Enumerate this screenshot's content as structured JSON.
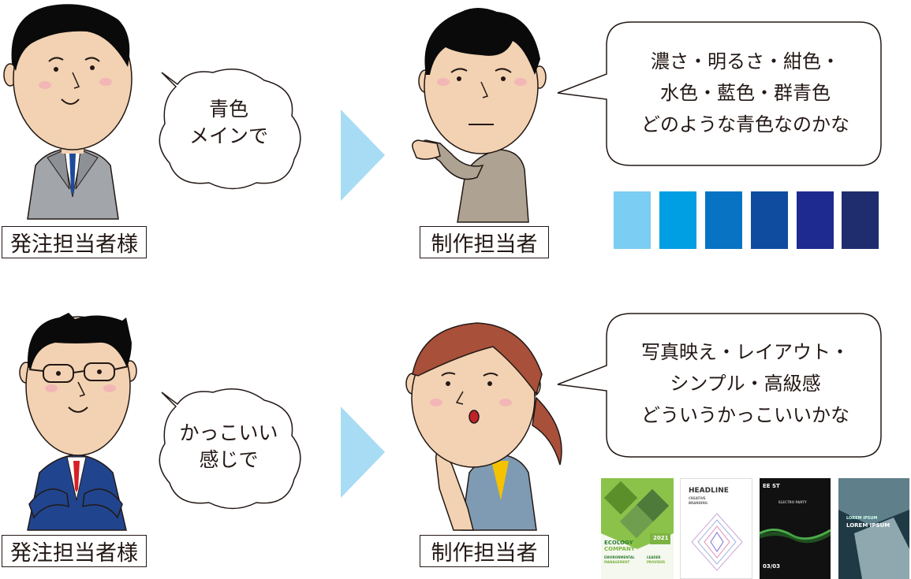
{
  "row1": {
    "client_label": "発注担当者様",
    "cloud_lines": [
      "青色",
      "メインで"
    ],
    "creator_label": "制作担当者",
    "bubble_lines": [
      "濃さ・明るさ・紺色・",
      "水色・藍色・群青色",
      "どのような青色なのかな"
    ],
    "swatches": [
      "#7ccdf3",
      "#009ee2",
      "#0872c3",
      "#0f4c9f",
      "#1e2a8f",
      "#1f2c6e"
    ]
  },
  "row2": {
    "client_label": "発注担当者様",
    "cloud_lines": [
      "かっこいい",
      "感じで"
    ],
    "creator_label": "制作担当者",
    "bubble_lines": [
      "写真映え・レイアウト・",
      "シンプル・高級感",
      "どういうかっこいいかな"
    ],
    "posters": {
      "p1": {
        "l1": "ECOLOGY",
        "l2": "COMPANY",
        "year": "2021",
        "l3": "ENVIRONMENTAL",
        "l4": "MANAGEMENT",
        "l5": "LEADER",
        "l6": "PROVIDER"
      },
      "p2": {
        "title": "HEADLINE",
        "sub1": "CREATIVE",
        "sub2": "BRANDING"
      },
      "p3": {
        "logo": "EE ST",
        "sub": "ELECTRO PARTY",
        "date": "03/03"
      },
      "p4": {
        "l1": "LOREM IPSUM",
        "l2": "LOREM IPSUM"
      }
    }
  },
  "colors": {
    "arrow": "#a8dcf4",
    "skin": "#f2d2b2",
    "hair": "#0a0a0a",
    "hair_brown": "#a8503a",
    "cheek": "#f3b6b6",
    "suit_gray": "#a2a5aa",
    "suit_navy": "#20458e",
    "jacket_khaki": "#aea392",
    "jacket_blue_gray": "#7f9bb3"
  }
}
